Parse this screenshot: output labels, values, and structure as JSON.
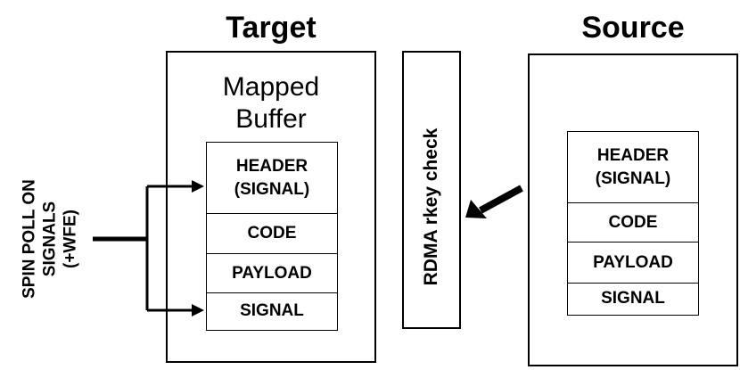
{
  "target": {
    "title": "Target",
    "mapped_line1": "Mapped",
    "mapped_line2": "Buffer",
    "cells": [
      "HEADER\n(SIGNAL)",
      "CODE",
      "PAYLOAD",
      "SIGNAL"
    ]
  },
  "rdma": {
    "label": "RDMA rkey check"
  },
  "source": {
    "title": "Source",
    "cells": [
      "HEADER\n(SIGNAL)",
      "CODE",
      "PAYLOAD",
      "SIGNAL"
    ]
  },
  "side_label": {
    "line1": "SPIN POLL ON",
    "line2": "SIGNALS",
    "line3": "(+WFE)"
  }
}
